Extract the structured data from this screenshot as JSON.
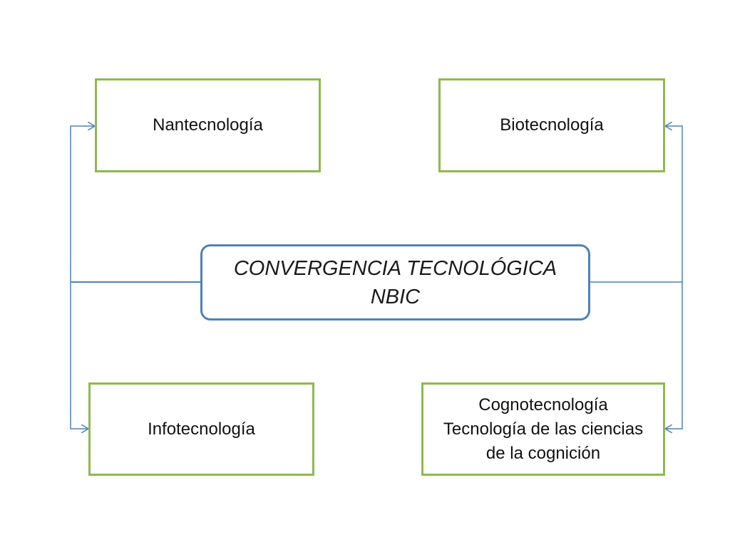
{
  "colors": {
    "box_border": "#8fb94d",
    "center_border": "#4f81bd",
    "connector": "#4f81bd"
  },
  "nodes": {
    "nano": {
      "label": "Nantecnología"
    },
    "bio": {
      "label": "Biotecnología"
    },
    "center": {
      "line1": "CONVERGENCIA TECNOLÓGICA",
      "line2": "NBIC"
    },
    "info": {
      "label": "Infotecnología"
    },
    "cogno": {
      "line1": "Cognotecnología",
      "line2": "Tecnología de las ciencias",
      "line3": "de la cognición"
    }
  }
}
